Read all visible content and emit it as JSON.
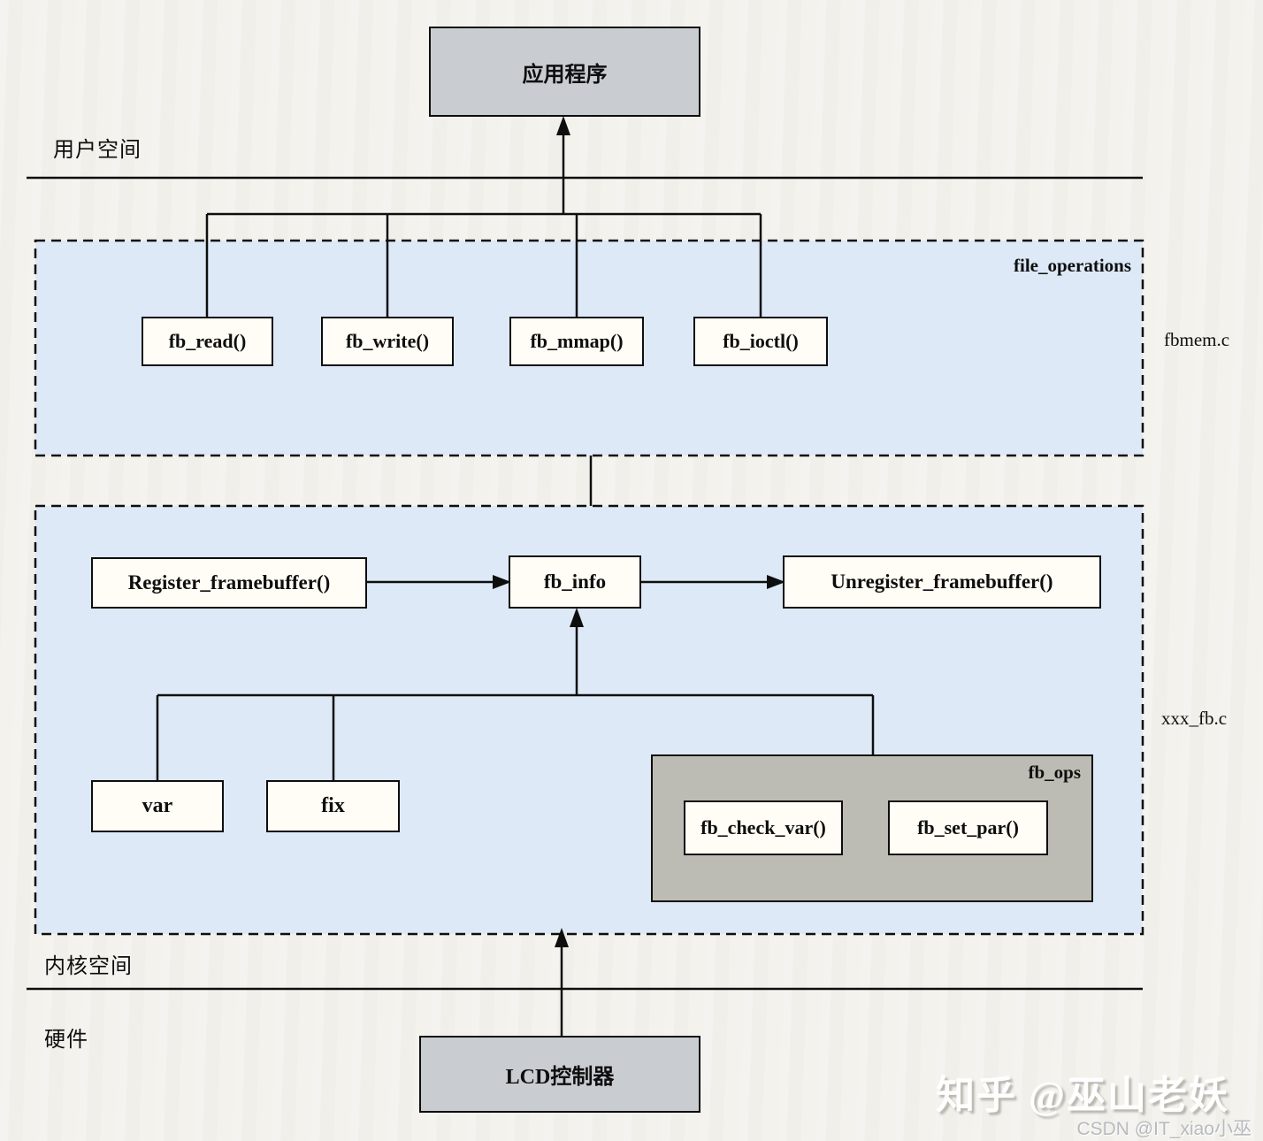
{
  "diagram": {
    "zones": {
      "user_space": "用户空间",
      "kernel_space": "内核空间",
      "hardware": "硬件"
    },
    "app_box": "应用程序",
    "lcd_box": "LCD控制器",
    "file_operations_panel": {
      "title": "file_operations",
      "side_label": "fbmem.c",
      "boxes": [
        {
          "label": "fb_read()"
        },
        {
          "label": "fb_write()"
        },
        {
          "label": "fb_mmap()"
        },
        {
          "label": "fb_ioctl()"
        }
      ]
    },
    "xxx_fb_panel": {
      "side_label": "xxx_fb.c",
      "register": "Register_framebuffer()",
      "fb_info": "fb_info",
      "unregister": "Unregister_framebuffer()",
      "info_members": [
        {
          "label": "var"
        },
        {
          "label": "fix"
        }
      ],
      "fb_ops": {
        "title": "fb_ops",
        "boxes": [
          {
            "label": "fb_check_var()"
          },
          {
            "label": "fb_set_par()"
          }
        ]
      }
    }
  },
  "watermarks": {
    "zhihu": "知乎 @巫山老妖",
    "csdn": "CSDN @IT_xiao小巫"
  },
  "colors": {
    "background": "#f1f0eb",
    "panel_blue": "#dde9f7",
    "box_gray": "#c9ccd1",
    "fb_ops_gray": "#bdbcb4",
    "node_white": "#fffdf6",
    "line_black": "#0e0e0e"
  }
}
